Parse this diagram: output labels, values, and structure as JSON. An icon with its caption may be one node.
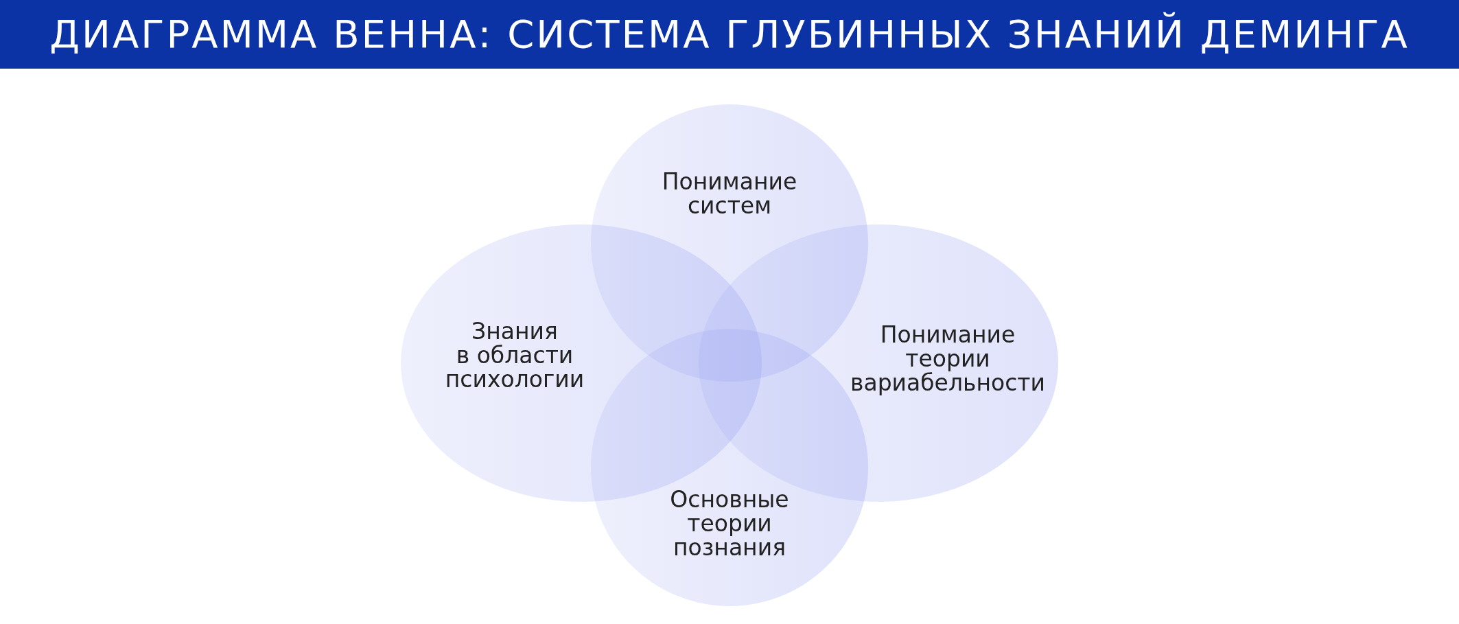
{
  "diagram": {
    "title": "ДИАГРАММА ВЕННА: СИСТЕМА ГЛУБИННЫХ ЗНАНИЙ ДЕМИНГА",
    "nodes": [
      {
        "text": [
          "Понимание систем"
        ]
      },
      {
        "text": [
          "Знания в области психологии"
        ]
      },
      {
        "text": [
          "Понимание теории вариабельности"
        ]
      },
      {
        "text": [
          "Основные теории познания"
        ]
      }
    ]
  }
}
